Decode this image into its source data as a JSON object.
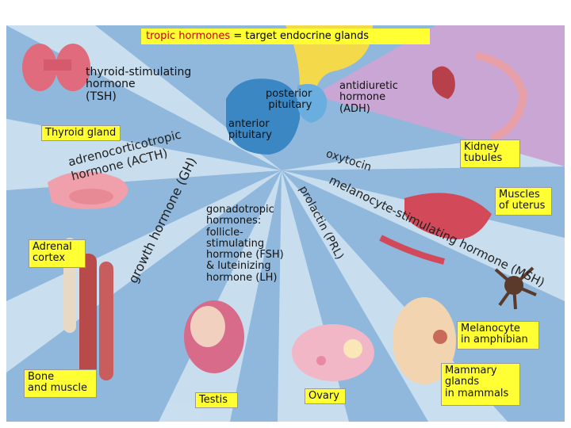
{
  "header": {
    "title_term": "tropic hormones",
    "title_rest": " = target endocrine glands"
  },
  "hormones": {
    "tsh": "thyroid-stimulating\nhormone\n(TSH)",
    "acth_line1": "adrenocorticotropic",
    "acth_line2": "hormone (ACTH)",
    "gh": "growth hormone (GH)",
    "gonadotropic": "gonadotropic\nhormones:\nfollicle-\nstimulating\nhormone (FSH)\n& luteinizing\nhormone (LH)",
    "prolactin": "prolactin (PRL)",
    "msh": "melanocyte-stimulating hormone\n(MSH)",
    "oxytocin": "oxytocin",
    "adh": "antidiuretic\nhormone\n(ADH)"
  },
  "pituitary": {
    "posterior": "posterior\npituitary",
    "anterior": "anterior\npituitary"
  },
  "targets": {
    "thyroid": "Thyroid gland",
    "adrenal": "Adrenal\ncortex",
    "bone_muscle": "Bone\nand muscle",
    "testis": "Testis",
    "ovary": "Ovary",
    "mammary": "Mammary\nglands\nin mammals",
    "melanocyte": "Melanocyte\nin amphibian",
    "uterus": "Muscles\nof uterus",
    "kidney": "Kidney\ntubules"
  },
  "colors": {
    "background_blue": "#8fb8dc",
    "ray_light": "#cfe3f2",
    "pituitary_blue": "#3b87c4",
    "label_yellow": "#ffff33",
    "purple_wedge": "#c9a6d4",
    "accent_red": "#cc0000"
  }
}
